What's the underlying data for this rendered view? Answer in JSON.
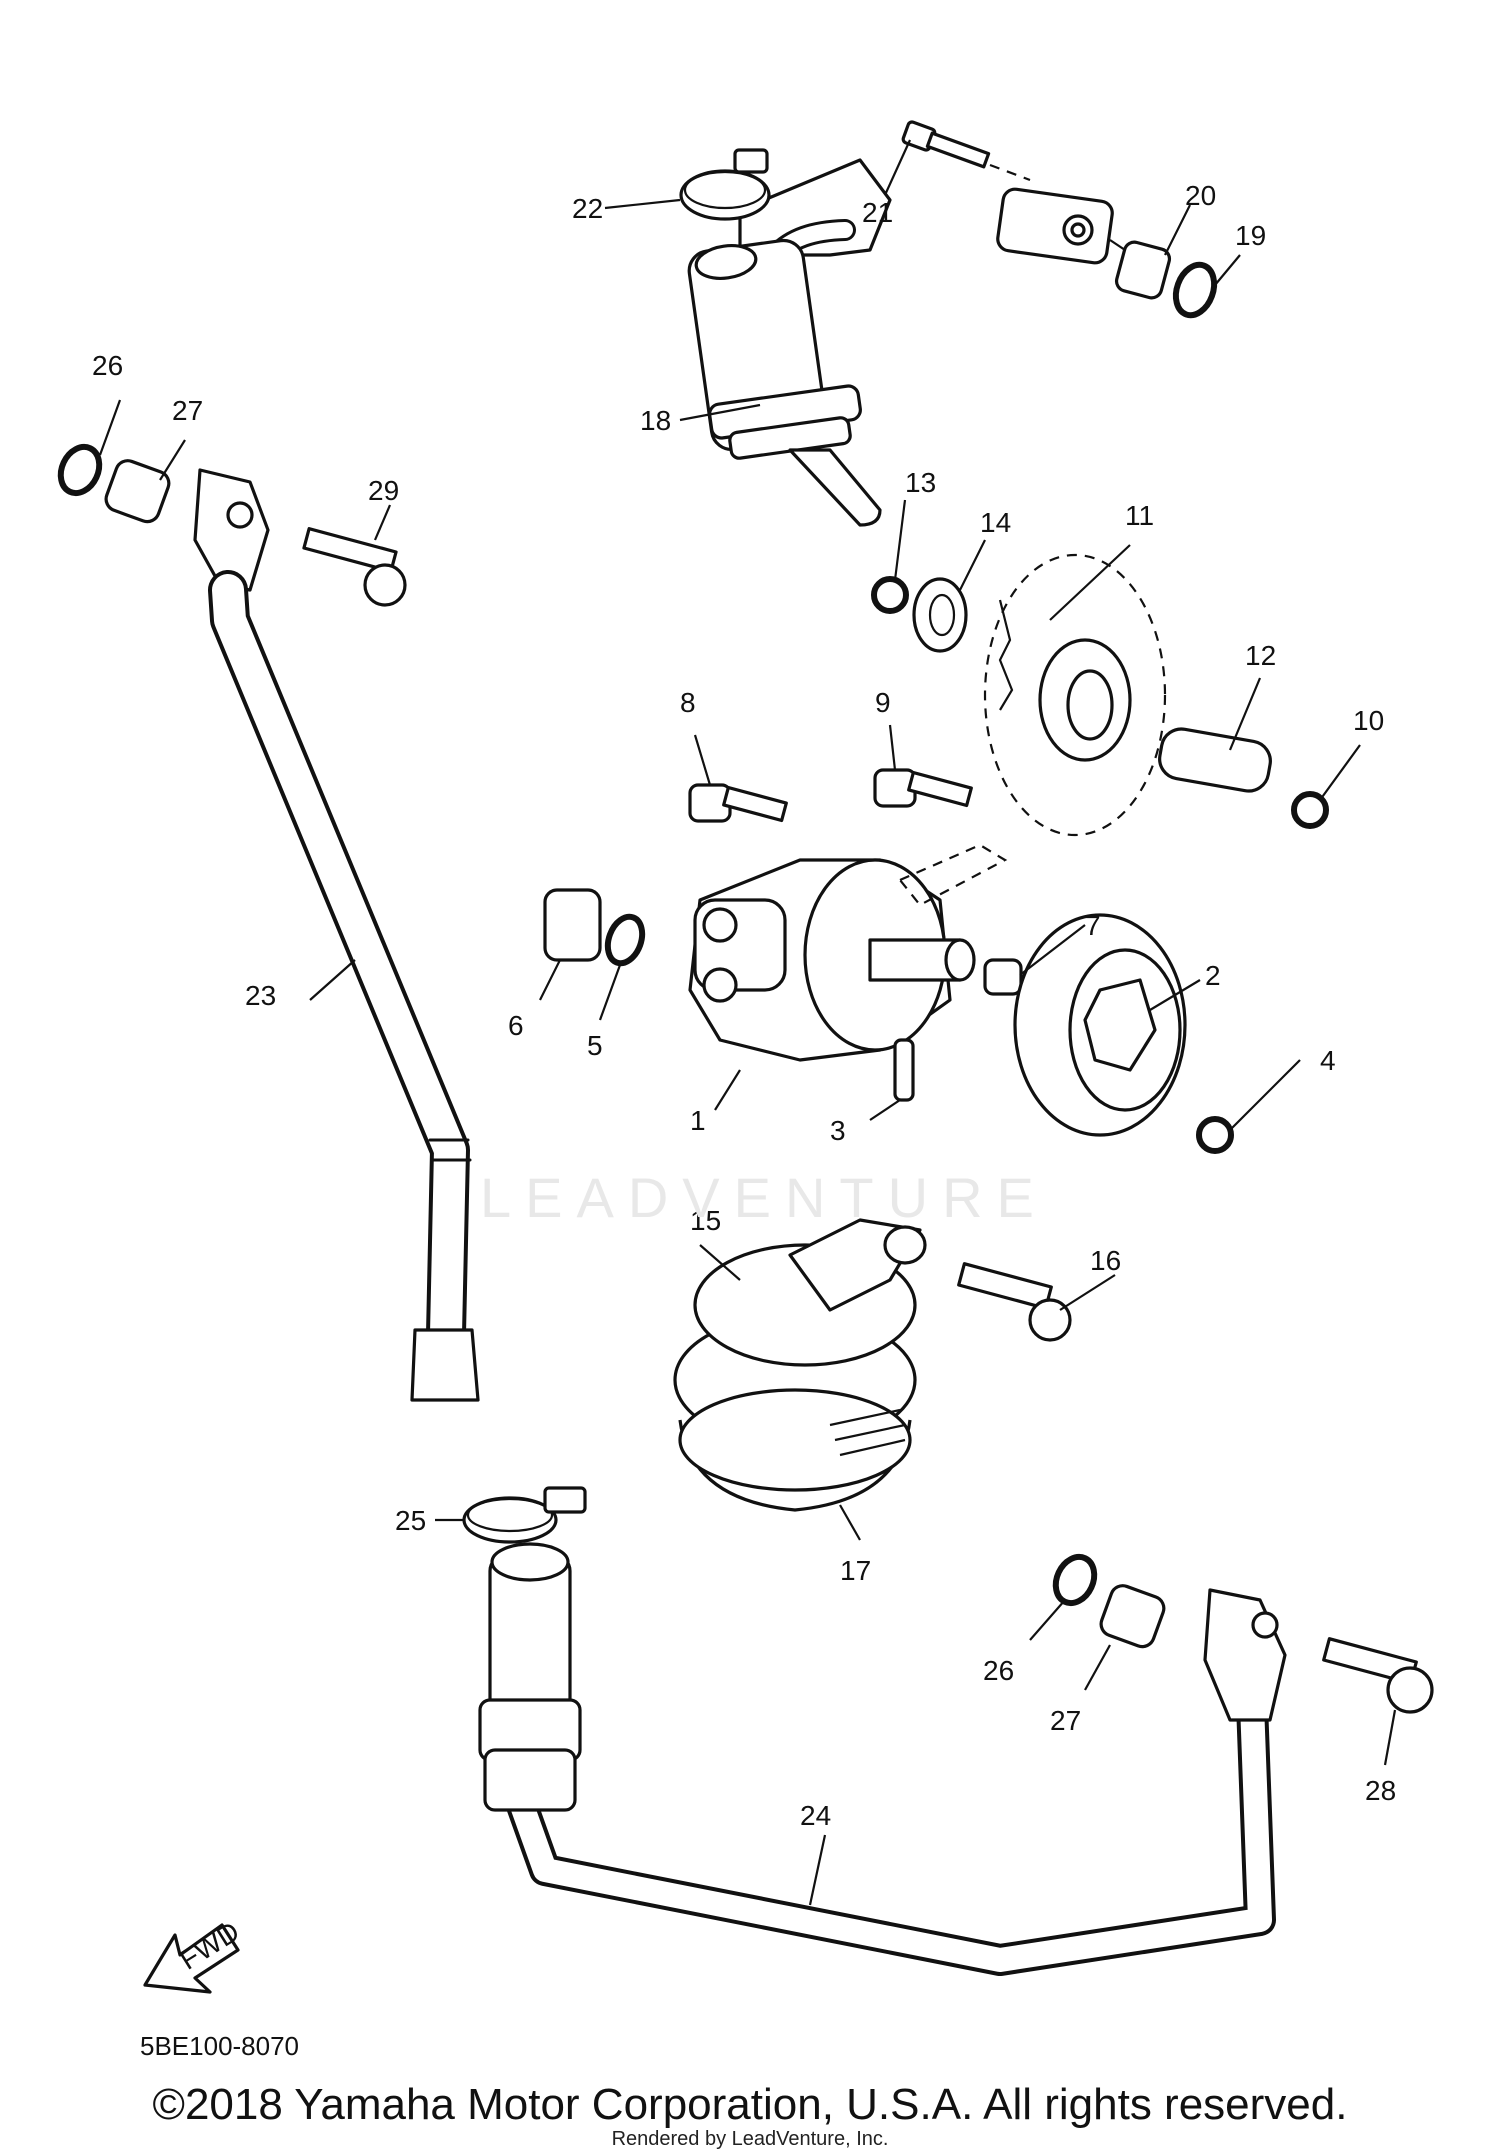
{
  "callouts": {
    "c1": "1",
    "c2": "2",
    "c3": "3",
    "c4": "4",
    "c5": "5",
    "c6": "6",
    "c7": "7",
    "c8": "8",
    "c9": "9",
    "c10": "10",
    "c11": "11",
    "c12": "12",
    "c13": "13",
    "c14": "14",
    "c15": "15",
    "c16": "16",
    "c17": "17",
    "c18": "18",
    "c19": "19",
    "c20": "20",
    "c21": "21",
    "c22": "22",
    "c23": "23",
    "c24": "24",
    "c25": "25",
    "c26a": "26",
    "c27a": "27",
    "c29": "29",
    "c26b": "26",
    "c27b": "27",
    "c28": "28"
  },
  "fwd_label": "FWD",
  "diagram_code": "5BE100-8070",
  "watermark": "LEADVENTURE",
  "footer": {
    "copyright": "©2018 Yamaha Motor Corporation, U.S.A. All rights reserved.",
    "rendered_by": "Rendered by LeadVenture, Inc."
  }
}
